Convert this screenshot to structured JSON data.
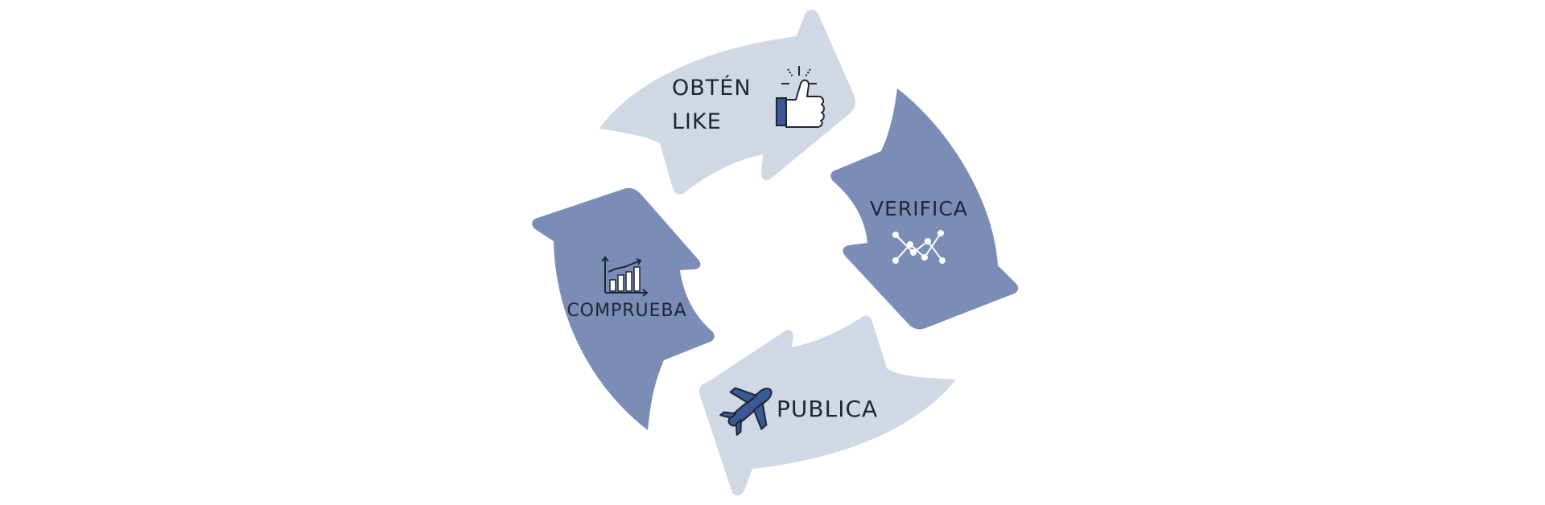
{
  "diagram": {
    "colors": {
      "light_arrow": "#d0d7e5",
      "dark_arrow": "#7b8db6",
      "text_dark": "#1e2633",
      "text_light": "#ffffff",
      "icon_blue": "#3a5894"
    },
    "steps": [
      {
        "id": "obten-like",
        "line1": "OBTÉN",
        "line2": "LIKE",
        "icon": "thumbs-up-icon",
        "shade": "light"
      },
      {
        "id": "verifica",
        "label": "VERIFICA",
        "icon": "network-chart-icon",
        "shade": "dark"
      },
      {
        "id": "publica",
        "label": "PUBLICA",
        "icon": "airplane-icon",
        "shade": "light"
      },
      {
        "id": "comprueba",
        "label": "COMPRUEBA",
        "icon": "bar-chart-icon",
        "shade": "dark"
      }
    ]
  }
}
